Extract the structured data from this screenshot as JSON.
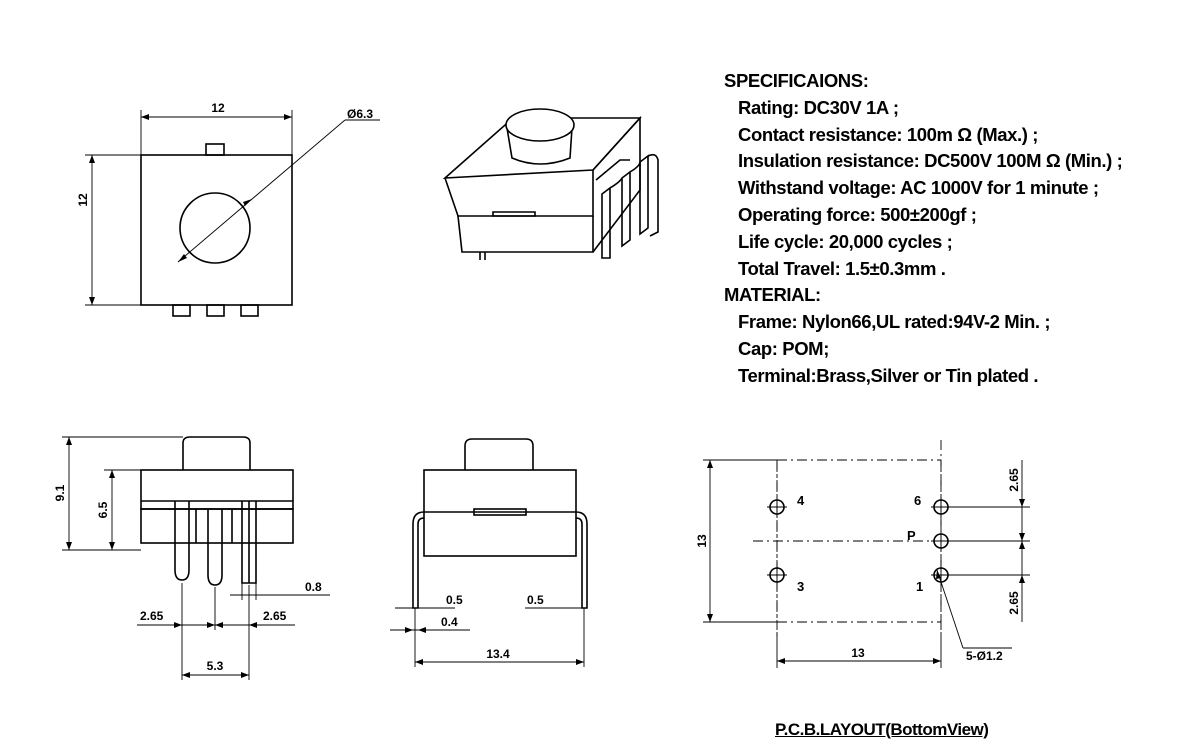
{
  "specifications": {
    "heading": "SPECIFICAIONS:",
    "items": [
      "Rating:  DC30V 1A ;",
      "Contact resistance:  100m Ω  (Max.) ;",
      "Insulation resistance:  DC500V 100M  Ω (Min.) ;",
      "Withstand voltage:  AC 1000V for 1 minute ;",
      "Operating force:  500±200gf ;",
      "Life  cycle:    20,000 cycles ;",
      "Total Travel: 1.5±0.3mm ."
    ]
  },
  "material": {
    "heading": "MATERIAL:",
    "items": [
      "Frame: Nylon66,UL rated:94V-2 Min. ;",
      "Cap: POM;",
      "Terminal:Brass,Silver or Tin plated ."
    ]
  },
  "top_view": {
    "width_label": "12",
    "height_label": "12",
    "diameter_label": "Ø6.3"
  },
  "side_view": {
    "total_height_label": "9.1",
    "body_height_label": "6.5",
    "pin_width_label": "0.8",
    "pin_offset_left_label": "2.65",
    "pin_offset_right_label": "2.65",
    "pin_span_label": "5.3"
  },
  "front_view": {
    "left_thickness_label": "0.5",
    "right_thickness_label": "0.5",
    "pin_thickness_label": "0.4",
    "pin_span_label": "13.4"
  },
  "pcb_layout": {
    "title": "P.C.B.LAYOUT(BottomView)",
    "height_label": "13",
    "width_label": "13",
    "upper_pitch_label": "2.65",
    "lower_pitch_label": "2.65",
    "hole_label": "5-Ø1.2",
    "pad_labels": [
      "4",
      "6",
      "P",
      "3",
      "1"
    ]
  }
}
